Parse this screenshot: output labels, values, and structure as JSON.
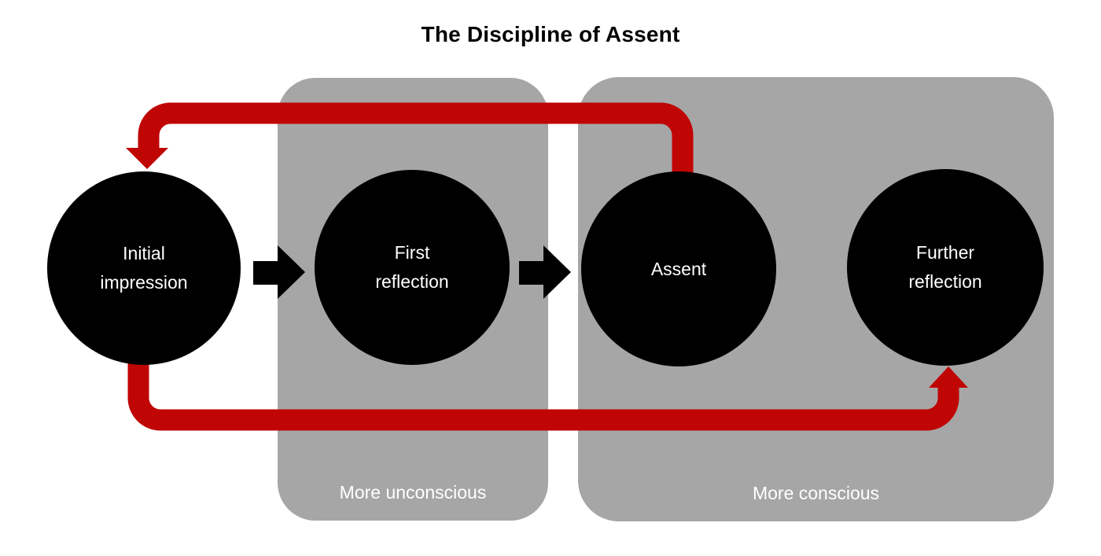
{
  "title": "The Discipline of Assent",
  "colors": {
    "red_accent": "#c00505",
    "zone_gray": "#a6a6a6",
    "node_black": "#000000",
    "label_white": "#ffffff"
  },
  "zones": [
    {
      "label": "More unconscious"
    },
    {
      "label": "More conscious"
    }
  ],
  "nodes": [
    {
      "label": "Initial\nimpression"
    },
    {
      "label": "First\nreflection"
    },
    {
      "label": "Assent"
    },
    {
      "label": "Further\nreflection"
    }
  ],
  "connectors": {
    "forward_arrow_1": "right-arrow-icon",
    "forward_arrow_2": "right-arrow-icon",
    "feedback_top": "assent-to-initial-impression-loop-arrow",
    "feedback_bottom": "initial-impression-to-further-reflection-loop-arrow"
  }
}
